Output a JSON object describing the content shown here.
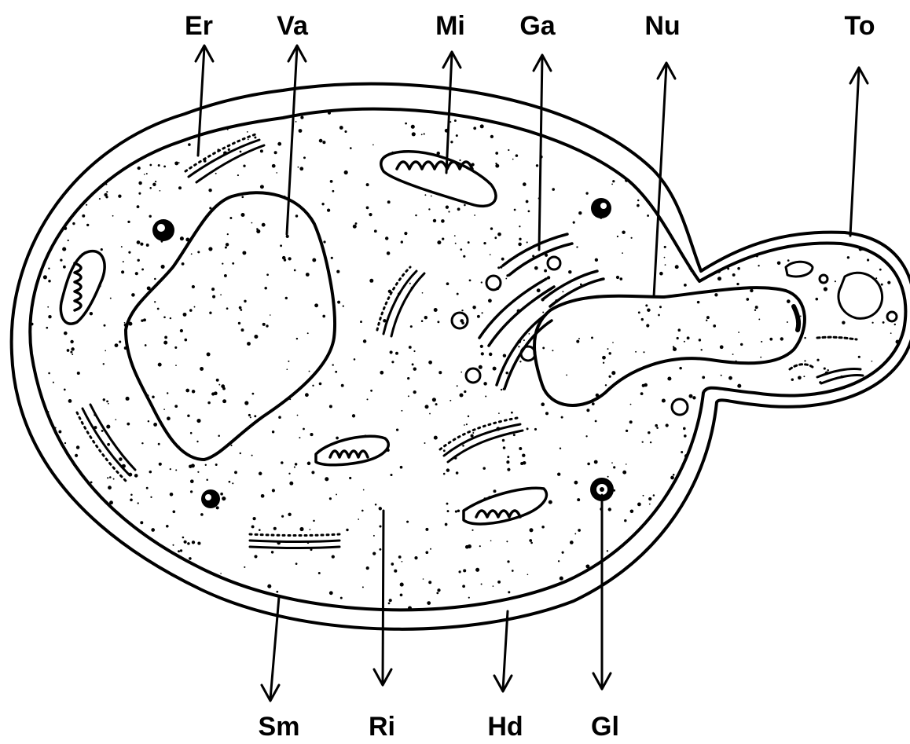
{
  "labels": {
    "er": "Er",
    "va": "Va",
    "mi": "Mi",
    "ga": "Ga",
    "nu": "Nu",
    "to": "To",
    "sm": "Sm",
    "ri": "Ri",
    "hd": "Hd",
    "gl": "Gl"
  },
  "colors": {
    "ink": "#000000",
    "background": "#ffffff"
  }
}
